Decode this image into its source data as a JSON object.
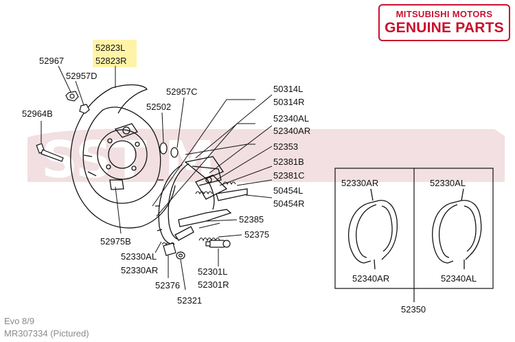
{
  "brand": {
    "line1": "MITSUBISHI MOTORS",
    "line2": "GENUINE PARTS",
    "color": "#c8102e"
  },
  "highlight_color": "#fff3a8",
  "labels": {
    "p52823L": "52823L",
    "p52823R": "52823R",
    "p52967": "52967",
    "p52957D": "52957D",
    "p52964B": "52964B",
    "p52957C": "52957C",
    "p52502": "52502",
    "p50314L": "50314L",
    "p50314R": "50314R",
    "p52340AL": "52340AL",
    "p52340AR": "52340AR",
    "p52353": "52353",
    "p52381B": "52381B",
    "p52381C": "52381C",
    "p50454L": "50454L",
    "p50454R": "50454R",
    "p52385": "52385",
    "p52375": "52375",
    "p52975B": "52975B",
    "p52330AL": "52330AL",
    "p52330AR": "52330AR",
    "p52376": "52376",
    "p52301L": "52301L",
    "p52301R": "52301R",
    "p52321": "52321",
    "box_left_top": "52330AR",
    "box_right_top": "52330AL",
    "box_left_bottom": "52340AR",
    "box_right_bottom": "52340AL",
    "p52350": "52350"
  },
  "footer": {
    "line1": "Evo 8/9",
    "line2": "MR307334  (Pictured)"
  }
}
